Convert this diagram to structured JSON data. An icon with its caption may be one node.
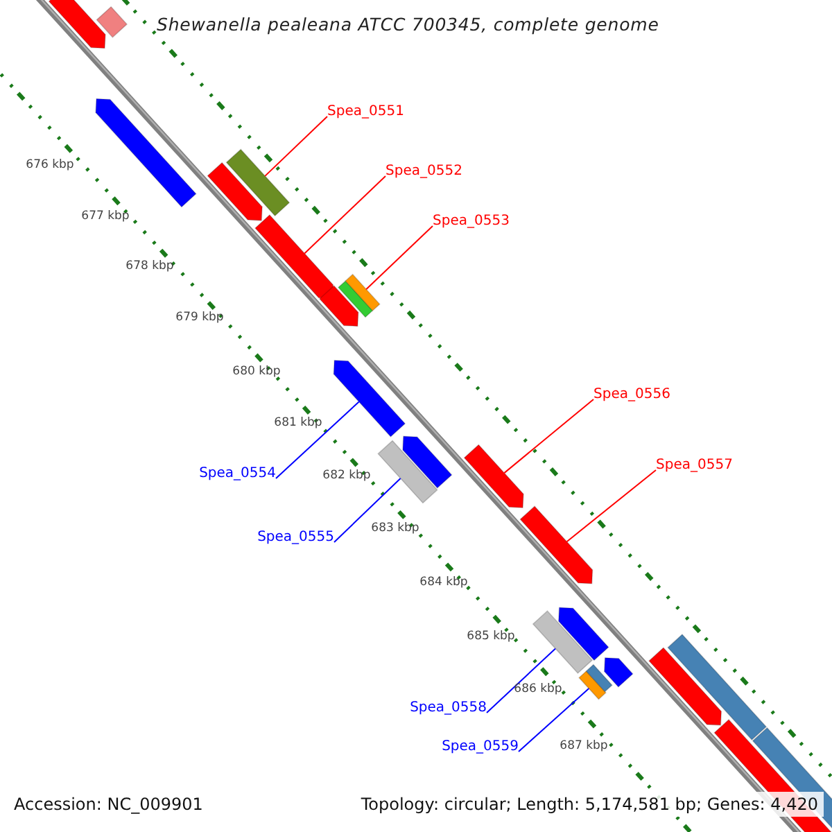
{
  "diagram": {
    "title": "Shewanella pealeana ATCC 700345, complete genome",
    "nodes": [
      {
        "text": [
          "Spea_0551"
        ]
      },
      {
        "text": [
          "Spea_0552"
        ]
      },
      {
        "text": [
          "Spea_0553"
        ]
      },
      {
        "text": [
          "Spea_0556"
        ]
      },
      {
        "text": [
          "Spea_0557"
        ]
      },
      {
        "text": [
          "Spea_0554"
        ]
      },
      {
        "text": [
          "Spea_0555"
        ]
      },
      {
        "text": [
          "Spea_0558"
        ]
      },
      {
        "text": [
          "Spea_0559"
        ]
      },
      {
        "text": [],
        "shape": "bar"
      },
      {
        "text": [],
        "shape": "bar"
      },
      {
        "text": [],
        "shape": "bar"
      },
      {
        "text": [],
        "shape": "bar"
      },
      {
        "text": [],
        "shape": "bar"
      },
      {
        "text": [],
        "shape": "bar"
      },
      {
        "text": [],
        "shape": "bar"
      },
      {
        "text": [],
        "shape": "bar"
      },
      {
        "text": [],
        "shape": "bar"
      },
      {
        "text": [],
        "shape": "bar"
      },
      {
        "text": [],
        "shape": "bar"
      },
      {
        "text": [],
        "shape": "bar"
      },
      {
        "text": [],
        "shape": "bar"
      },
      {
        "text": [],
        "shape": "bar"
      },
      {
        "text": [],
        "shape": "bar"
      },
      {
        "text": [],
        "shape": "bar"
      },
      {
        "text": [],
        "shape": "bar"
      },
      {
        "text": [],
        "shape": "bar"
      },
      {
        "text": [],
        "shape": "bar"
      },
      {
        "text": [],
        "shape": "bar"
      },
      {
        "text": [],
        "shape": "bar"
      },
      {
        "text": [],
        "shape": "bar"
      },
      {
        "text": [],
        "shape": "bar"
      }
    ],
    "edges": [
      {
        "from": 0,
        "to": 13,
        "arrow": "none"
      },
      {
        "from": 1,
        "to": 14,
        "arrow": "none"
      },
      {
        "from": 2,
        "to": 17,
        "arrow": "none"
      },
      {
        "from": 3,
        "to": 21,
        "arrow": "none"
      },
      {
        "from": 4,
        "to": 22,
        "arrow": "none"
      },
      {
        "from": 5,
        "to": 18,
        "arrow": "none",
        "color": "#0000ff"
      },
      {
        "from": 6,
        "to": 19,
        "arrow": "none",
        "color": "#0000ff"
      },
      {
        "from": 7,
        "to": 23,
        "arrow": "none",
        "color": "#0000ff"
      },
      {
        "from": 8,
        "to": 25,
        "arrow": "none",
        "color": "#0000ff"
      }
    ],
    "labels": [
      "676 kbp",
      "677 kbp",
      "678 kbp",
      "679 kbp",
      "680 kbp",
      "681 kbp",
      "682 kbp",
      "683 kbp",
      "684 kbp",
      "685 kbp",
      "686 kbp",
      "687 kbp",
      "Accession: NC_009901",
      "Topology: circular; Length: 5,174,581 bp; Genes: 4,420"
    ]
  }
}
